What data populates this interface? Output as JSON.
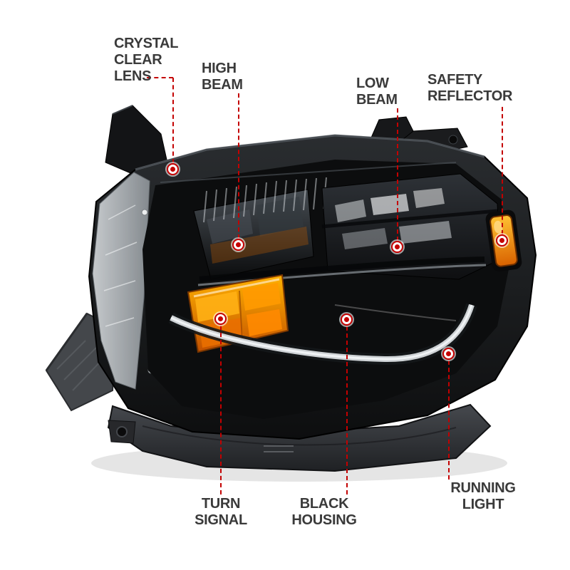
{
  "colors": {
    "accent_red": "#c40000",
    "label_gray": "#3a3a3a",
    "amber": "#ff9d00",
    "housing_black": "#141414",
    "background": "#ffffff"
  },
  "callouts": [
    {
      "id": "crystal-clear-lens",
      "label": "CRYSTAL\nCLEAR\nLENS"
    },
    {
      "id": "high-beam",
      "label": "HIGH\nBEAM"
    },
    {
      "id": "low-beam",
      "label": "LOW\nBEAM"
    },
    {
      "id": "safety-reflector",
      "label": "SAFETY\nREFLECTOR"
    },
    {
      "id": "turn-signal",
      "label": "TURN\nSIGNAL"
    },
    {
      "id": "black-housing",
      "label": "BLACK\nHOUSING"
    },
    {
      "id": "running-light",
      "label": "RUNNING\nLIGHT"
    }
  ]
}
